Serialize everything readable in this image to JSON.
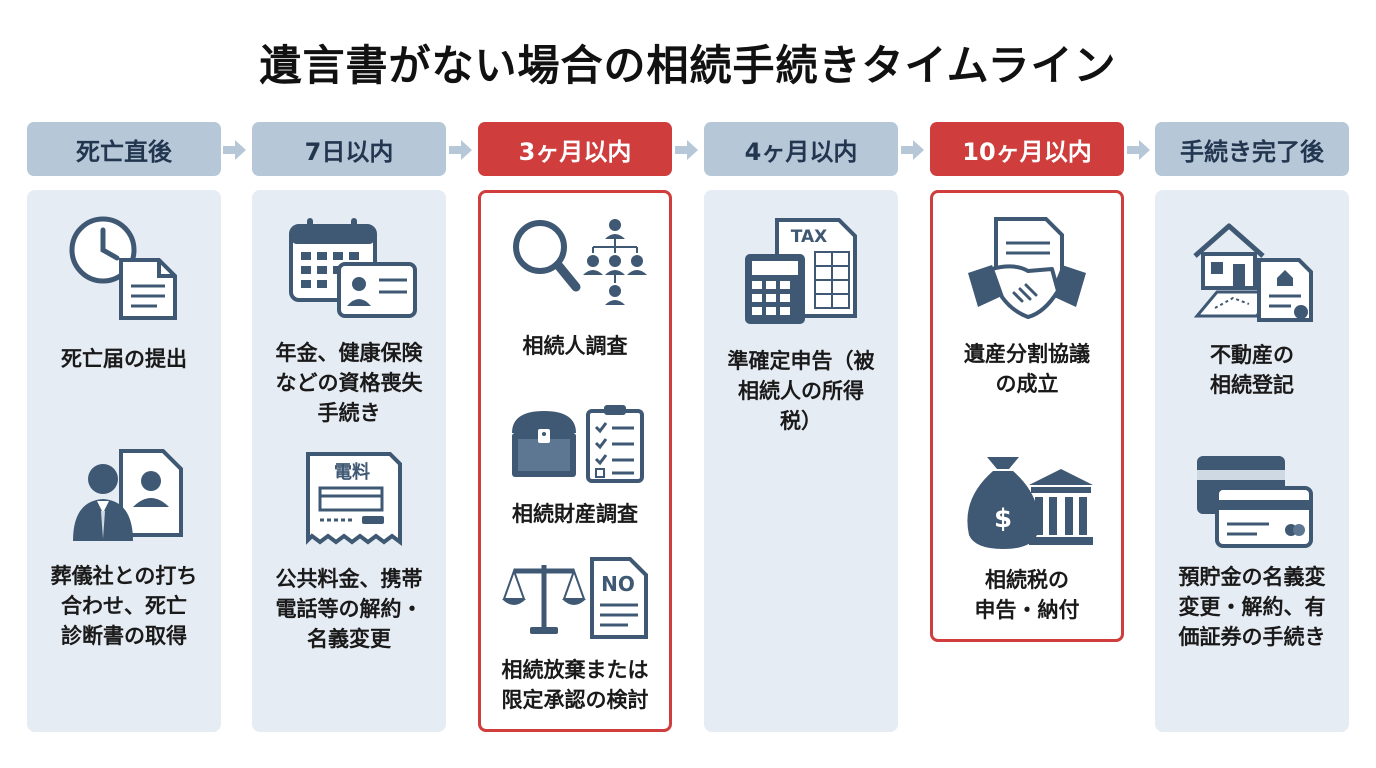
{
  "title": "遺言書がない場合の相続手続きタイムライン",
  "colors": {
    "navy": "#3f5873",
    "accent_red": "#cf3d3d",
    "header_blue": "#b6c7d8",
    "panel_blue": "#e6ecf3"
  },
  "columns": [
    {
      "header": "死亡直後",
      "highlight": false,
      "items": [
        {
          "icon": "clock-document-icon",
          "label": "死亡届の提出"
        },
        {
          "icon": "funeral-staff-icon",
          "label": "葬儀社との打ち\n合わせ、死亡\n診断書の取得"
        }
      ]
    },
    {
      "header": "7日以内",
      "highlight": false,
      "items": [
        {
          "icon": "calendar-id-card-icon",
          "label": "年金、健康保険\nなどの資格喪失\n手続き"
        },
        {
          "icon": "utility-bill-icon",
          "icon_text": "電料",
          "label": "公共料金、携帯\n電話等の解約・\n名義変更"
        }
      ]
    },
    {
      "header": "3ヶ月以内",
      "highlight": true,
      "items": [
        {
          "icon": "magnifier-family-tree-icon",
          "label": "相続人調査"
        },
        {
          "icon": "chest-checklist-icon",
          "label": "相続財産調査"
        },
        {
          "icon": "scales-no-document-icon",
          "icon_text": "NO",
          "label": "相続放棄または\n限定承認の検討"
        }
      ]
    },
    {
      "header": "4ヶ月以内",
      "highlight": false,
      "items": [
        {
          "icon": "calculator-tax-form-icon",
          "icon_text": "TAX",
          "label": "準確定申告（被\n相続人の所得\n税）"
        }
      ]
    },
    {
      "header": "10ヶ月以内",
      "highlight": true,
      "items": [
        {
          "icon": "handshake-document-icon",
          "label": "遺産分割協議\nの成立"
        },
        {
          "icon": "money-bag-bank-icon",
          "icon_text": "$",
          "label": "相続税の\n申告・納付"
        }
      ]
    },
    {
      "header": "手続き完了後",
      "highlight": false,
      "items": [
        {
          "icon": "house-land-certificate-icon",
          "label": "不動産の\n相続登記"
        },
        {
          "icon": "bank-cards-icon",
          "label": "預貯金の名義変\n変更・解約、有\n価証券の手続き"
        }
      ]
    }
  ]
}
